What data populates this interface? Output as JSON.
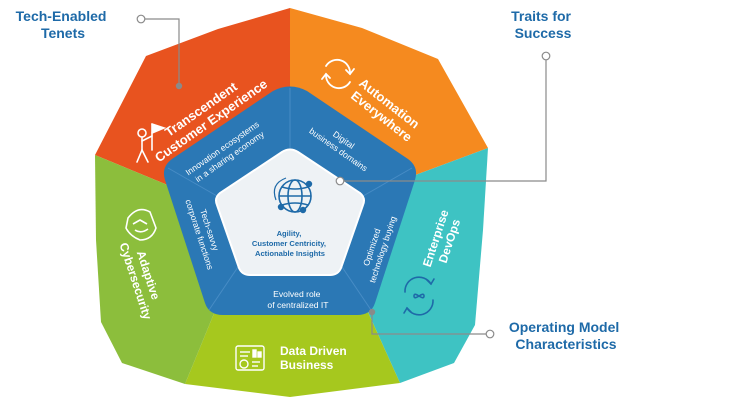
{
  "callouts": {
    "tech_enabled_tenets": [
      "Tech-Enabled",
      "Tenets"
    ],
    "traits_for_success": [
      "Traits for",
      "Success"
    ],
    "operating_model_characteristics": [
      "Operating Model",
      "Characteristics"
    ]
  },
  "tenets": {
    "customer_experience": [
      "Transcendent",
      "Customer Experience"
    ],
    "automation": [
      "Automation",
      "Everywhere"
    ],
    "devops": [
      "Enterprise",
      "DevOps"
    ],
    "data_driven": [
      "Data Driven",
      "Business"
    ],
    "cybersecurity": [
      "Adaptive",
      "Cybersecurity"
    ]
  },
  "operating_model": {
    "innovation": [
      "Innovation ecosystems",
      "in a sharing economy"
    ],
    "digital_domains": [
      "Digital",
      "business domains"
    ],
    "technology_buying": [
      "Optimized",
      "technology buying"
    ],
    "centralized_it": [
      "Evolved role",
      "of centralized IT"
    ],
    "corporate_functions": [
      "Tech-savvy",
      "corporate functions"
    ]
  },
  "core": [
    "Agility,",
    "Customer Centricity,",
    "Actionable Insights"
  ],
  "icons": [
    "flag-person-icon",
    "cycle-arrows-icon",
    "devops-infinity-icon",
    "dashboard-icon",
    "shield-icon",
    "globe-network-icon"
  ],
  "colors": {
    "red_orange": "#e8531f",
    "orange": "#f58a1f",
    "teal": "#3ec3c3",
    "yellow_green": "#a6c81e",
    "green": "#8cbe3c",
    "blue": "#2b78b5",
    "callout_blue": "#1e6aa8"
  }
}
